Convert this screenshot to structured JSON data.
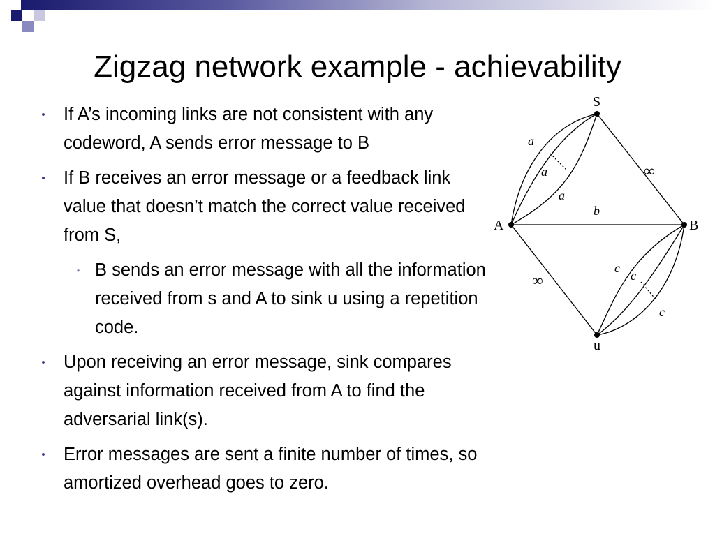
{
  "slide": {
    "title": "Zigzag network example - achievability",
    "bullets": [
      {
        "level": 1,
        "text": "If A’s incoming links are not consistent with any codeword, A sends error message to B"
      },
      {
        "level": 1,
        "text": "If B receives an error message or a feedback link value that doesn’t match the correct value received from S,"
      },
      {
        "level": 2,
        "text": "B sends an error message with all the information received from s and A to sink u using a repetition code."
      },
      {
        "level": 1,
        "text": "Upon receiving an error message, sink compares against information received from A to find the adversarial link(s)."
      },
      {
        "level": 1,
        "text": "Error messages are sent a finite number of times, so amortized overhead goes to zero."
      }
    ]
  },
  "diagram": {
    "nodes": {
      "S": "S",
      "A": "A",
      "B": "B",
      "u": "u"
    },
    "edge_labels": {
      "a1": "a",
      "a2": "a",
      "a3": "a",
      "b": "b",
      "inf1": "∞",
      "inf2": "∞",
      "c1": "c",
      "c2": "c",
      "c3": "c"
    }
  },
  "colors": {
    "accent": "#1a1a6e",
    "bullet": "#3b3b8f",
    "sub_bullet": "#7c7cb8"
  }
}
